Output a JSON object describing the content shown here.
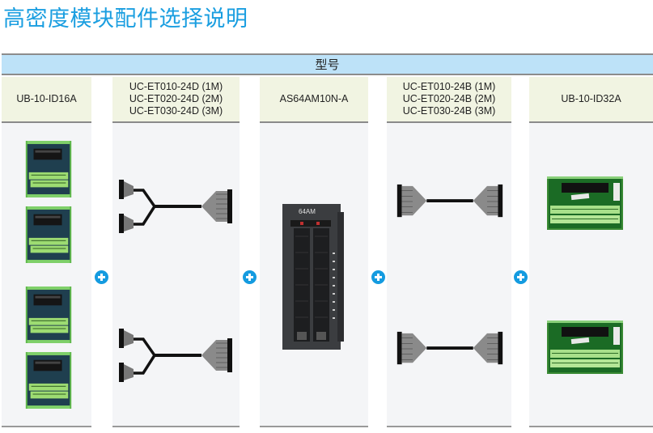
{
  "page": {
    "title": "高密度模块配件选择说明"
  },
  "table": {
    "header": "型号",
    "columns": [
      {
        "id": "ub16",
        "model_lines": [
          "UB-10-ID16A"
        ],
        "image": "terminal-board-16-icon",
        "image_count": 4
      },
      {
        "id": "cable-d",
        "model_lines": [
          "UC-ET010-24D (1M)",
          "UC-ET020-24D (2M)",
          "UC-ET030-24D (3M)"
        ],
        "image": "y-split-ribbon-cable-icon",
        "image_count": 2
      },
      {
        "id": "module",
        "model_lines": [
          "AS64AM10N-A"
        ],
        "image": "io-module-icon",
        "image_count": 1,
        "module_label": "64AM"
      },
      {
        "id": "cable-b",
        "model_lines": [
          "UC-ET010-24B (1M)",
          "UC-ET020-24B (2M)",
          "UC-ET030-24B (3M)"
        ],
        "image": "straight-ribbon-cable-icon",
        "image_count": 2
      },
      {
        "id": "ub32",
        "model_lines": [
          "UB-10-ID32A"
        ],
        "image": "terminal-board-32-icon",
        "image_count": 2
      }
    ],
    "connector_icon": "plus-circle-icon"
  },
  "colors": {
    "title": "#1a9ee0",
    "header_bg": "#bde2f8",
    "model_bg": "#f1f4e2",
    "body_bg": "#f4f5f7",
    "plus": "#149be0"
  }
}
